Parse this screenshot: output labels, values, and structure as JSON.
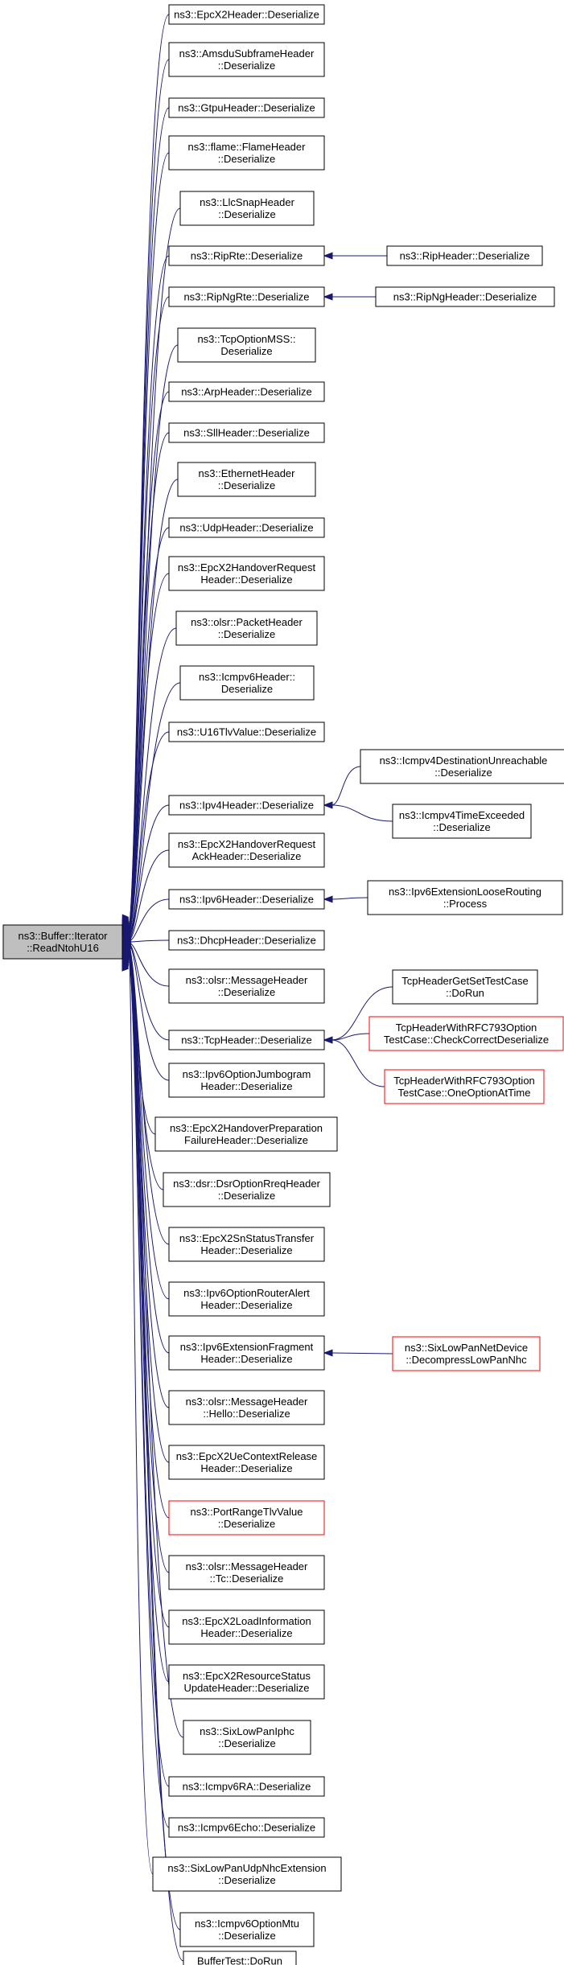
{
  "graph": {
    "root": {
      "lines": [
        "ns3::Buffer::Iterator",
        "::ReadNtohU16"
      ]
    },
    "callers": [
      {
        "lines": [
          "ns3::EpcX2Header::Deserialize"
        ]
      },
      {
        "lines": [
          "ns3::AmsduSubframeHeader",
          "::Deserialize"
        ]
      },
      {
        "lines": [
          "ns3::GtpuHeader::Deserialize"
        ]
      },
      {
        "lines": [
          "ns3::flame::FlameHeader",
          "::Deserialize"
        ]
      },
      {
        "lines": [
          "ns3::LlcSnapHeader",
          "::Deserialize"
        ]
      },
      {
        "lines": [
          "ns3::RipRte::Deserialize"
        ]
      },
      {
        "lines": [
          "ns3::RipNgRte::Deserialize"
        ]
      },
      {
        "lines": [
          "ns3::TcpOptionMSS::",
          "Deserialize"
        ]
      },
      {
        "lines": [
          "ns3::ArpHeader::Deserialize"
        ]
      },
      {
        "lines": [
          "ns3::SllHeader::Deserialize"
        ]
      },
      {
        "lines": [
          "ns3::EthernetHeader",
          "::Deserialize"
        ]
      },
      {
        "lines": [
          "ns3::UdpHeader::Deserialize"
        ]
      },
      {
        "lines": [
          "ns3::EpcX2HandoverRequest",
          "Header::Deserialize"
        ]
      },
      {
        "lines": [
          "ns3::olsr::PacketHeader",
          "::Deserialize"
        ]
      },
      {
        "lines": [
          "ns3::Icmpv6Header::",
          "Deserialize"
        ]
      },
      {
        "lines": [
          "ns3::U16TlvValue::Deserialize"
        ]
      },
      {
        "lines": [
          "ns3::Ipv4Header::Deserialize"
        ]
      },
      {
        "lines": [
          "ns3::EpcX2HandoverRequest",
          "AckHeader::Deserialize"
        ]
      },
      {
        "lines": [
          "ns3::Ipv6Header::Deserialize"
        ]
      },
      {
        "lines": [
          "ns3::DhcpHeader::Deserialize"
        ]
      },
      {
        "lines": [
          "ns3::olsr::MessageHeader",
          "::Deserialize"
        ]
      },
      {
        "lines": [
          "ns3::TcpHeader::Deserialize"
        ]
      },
      {
        "lines": [
          "ns3::Ipv6OptionJumbogram",
          "Header::Deserialize"
        ]
      },
      {
        "lines": [
          "ns3::EpcX2HandoverPreparation",
          "FailureHeader::Deserialize"
        ]
      },
      {
        "lines": [
          "ns3::dsr::DsrOptionRreqHeader",
          "::Deserialize"
        ]
      },
      {
        "lines": [
          "ns3::EpcX2SnStatusTransfer",
          "Header::Deserialize"
        ]
      },
      {
        "lines": [
          "ns3::Ipv6OptionRouterAlert",
          "Header::Deserialize"
        ]
      },
      {
        "lines": [
          "ns3::Ipv6ExtensionFragment",
          "Header::Deserialize"
        ]
      },
      {
        "lines": [
          "ns3::olsr::MessageHeader",
          "::Hello::Deserialize"
        ]
      },
      {
        "lines": [
          "ns3::EpcX2UeContextRelease",
          "Header::Deserialize"
        ]
      },
      {
        "lines": [
          "ns3::PortRangeTlvValue",
          "::Deserialize"
        ]
      },
      {
        "lines": [
          "ns3::olsr::MessageHeader",
          "::Tc::Deserialize"
        ]
      },
      {
        "lines": [
          "ns3::EpcX2LoadInformation",
          "Header::Deserialize"
        ]
      },
      {
        "lines": [
          "ns3::EpcX2ResourceStatus",
          "UpdateHeader::Deserialize"
        ]
      },
      {
        "lines": [
          "ns3::SixLowPanIphc",
          "::Deserialize"
        ]
      },
      {
        "lines": [
          "ns3::Icmpv6RA::Deserialize"
        ]
      },
      {
        "lines": [
          "ns3::Icmpv6Echo::Deserialize"
        ]
      },
      {
        "lines": [
          "ns3::SixLowPanUdpNhcExtension",
          "::Deserialize"
        ]
      },
      {
        "lines": [
          "ns3::Icmpv6OptionMtu",
          "::Deserialize"
        ]
      },
      {
        "lines": [
          "BufferTest::DoRun"
        ]
      }
    ],
    "second_level": [
      {
        "lines": [
          "ns3::RipHeader::Deserialize"
        ]
      },
      {
        "lines": [
          "ns3::RipNgHeader::Deserialize"
        ]
      },
      {
        "lines": [
          "ns3::Icmpv4DestinationUnreachable",
          "::Deserialize"
        ]
      },
      {
        "lines": [
          "ns3::Icmpv4TimeExceeded",
          "::Deserialize"
        ]
      },
      {
        "lines": [
          "ns3::Ipv6ExtensionLooseRouting",
          "::Process"
        ]
      },
      {
        "lines": [
          "TcpHeaderGetSetTestCase",
          "::DoRun"
        ]
      },
      {
        "lines": [
          "TcpHeaderWithRFC793Option",
          "TestCase::CheckCorrectDeserialize"
        ]
      },
      {
        "lines": [
          "TcpHeaderWithRFC793Option",
          "TestCase::OneOptionAtTime"
        ]
      },
      {
        "lines": [
          "ns3::SixLowPanNetDevice",
          "::DecompressLowPanNhc"
        ]
      }
    ],
    "colors": {
      "edge": "#191970",
      "node_border": "#000000",
      "node_border_highlight": "#ff0000",
      "root_fill": "#bfbfbf",
      "node_fill": "#ffffff"
    }
  }
}
